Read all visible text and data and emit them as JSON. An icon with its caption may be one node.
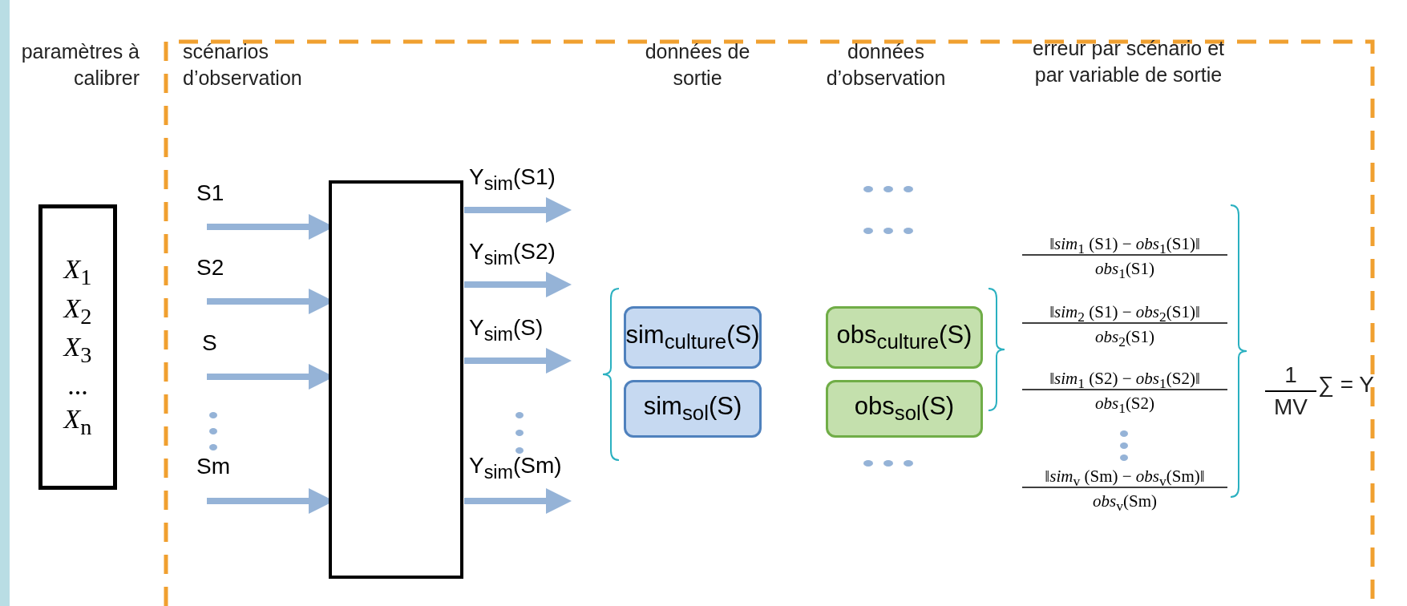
{
  "diagram": {
    "nodes": [
      {
        "text": [
          "*X*$_{1}$ *X*$_{2}$ *X*$_{3}$ ... *X*$_{n}$"
        ]
      },
      {
        "text": [],
        "shape": "box"
      },
      {
        "text": [
          "sim$_{culture}$(S)"
        ]
      },
      {
        "text": [
          "sim$_{sol}$(S)"
        ]
      },
      {
        "text": [
          "obs$_{culture}$(S)"
        ]
      },
      {
        "text": [
          "obs$_{sol}$(S)"
        ]
      }
    ],
    "edges": [
      {
        "from": null,
        "to": 1,
        "arrow": "to",
        "label": "S1"
      },
      {
        "from": null,
        "to": 1,
        "arrow": "to",
        "label": "S2"
      },
      {
        "from": null,
        "to": 1,
        "arrow": "to",
        "label": "S"
      },
      {
        "from": null,
        "to": 1,
        "arrow": "to",
        "label": "Sm"
      },
      {
        "from": 1,
        "to": null,
        "arrow": "to",
        "label": "Y$_{sim}$(S1)"
      },
      {
        "from": 1,
        "to": null,
        "arrow": "to",
        "label": "Y$_{sim}$(S2)"
      },
      {
        "from": 1,
        "to": null,
        "arrow": "to",
        "label": "Y$_{sim}$(S)"
      },
      {
        "from": 1,
        "to": null,
        "arrow": "to",
        "label": "Y$_{sim}$(Sm)"
      }
    ],
    "labels": [
      "paramètres à calibrer",
      "scénarios d’observation",
      "données de sortie",
      "données d’observation",
      "erreur par scénario et par variable de sortie",
      "‖*sim*$_{1}$ (S1) − *obs*$_{1}$(S1)‖",
      "*obs*$_{1}$(S1)",
      "‖*sim*$_{2}$ (S1) − *obs*$_{2}$(S1)‖",
      "*obs*$_{2}$(S1)",
      "‖*sim*$_{1}$ (S2) − *obs*$_{1}$(S2)‖",
      "*obs*$_{1}$(S2)",
      "‖*sim*$_{v}$ (Sm) − *obs*$_{v}$(Sm)‖",
      "*obs*$_{v}$(Sm)",
      "1",
      "MV",
      "∑ = Y"
    ]
  }
}
